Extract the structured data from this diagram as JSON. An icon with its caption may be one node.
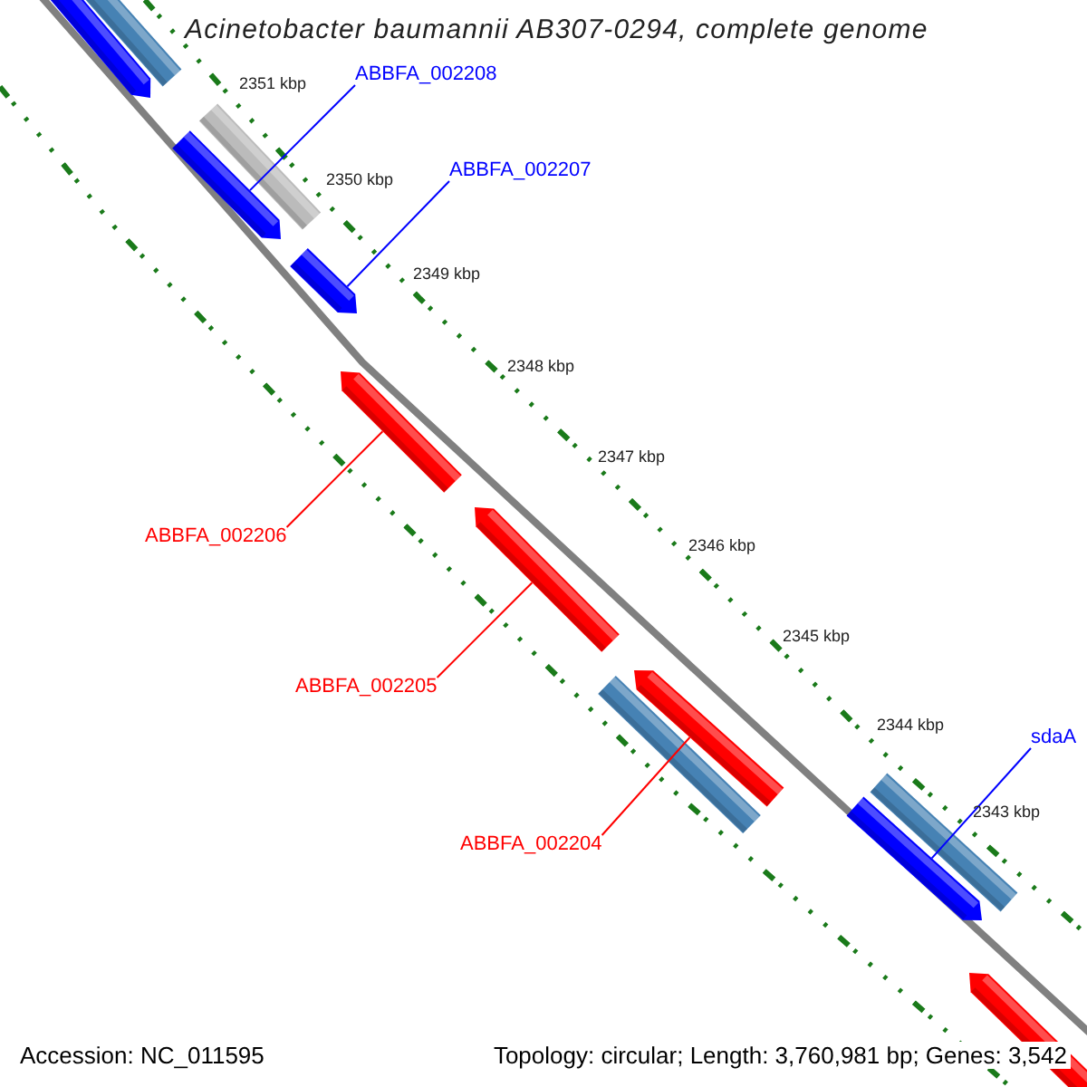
{
  "diagram": {
    "title": "Acinetobacter baumannii AB307-0294, complete genome",
    "nodes": [
      {
        "text": [],
        "shape": "arrow"
      },
      {
        "text": [],
        "shape": "bar"
      },
      {
        "text": [
          "ABBFA_002208"
        ]
      },
      {
        "text": [],
        "shape": "bar"
      },
      {
        "text": [],
        "shape": "arrow"
      },
      {
        "text": [
          "ABBFA_002207"
        ]
      },
      {
        "text": [],
        "shape": "arrow"
      },
      {
        "text": [],
        "shape": "arrow"
      },
      {
        "text": [
          "ABBFA_002206"
        ]
      },
      {
        "text": [],
        "shape": "arrow"
      },
      {
        "text": [
          "ABBFA_002205"
        ]
      },
      {
        "text": [],
        "shape": "bar"
      },
      {
        "text": [],
        "shape": "arrow"
      },
      {
        "text": [
          "ABBFA_002204"
        ]
      },
      {
        "text": [
          "sdaA"
        ]
      },
      {
        "text": [],
        "shape": "bar"
      },
      {
        "text": [],
        "shape": "arrow"
      },
      {
        "text": [],
        "shape": "arrow"
      }
    ],
    "edges": [
      {
        "from": 2,
        "to": 4,
        "arrow": "none"
      },
      {
        "from": 5,
        "to": 6,
        "arrow": "none"
      },
      {
        "from": 8,
        "to": 7,
        "arrow": "none",
        "color": "#ff0000"
      },
      {
        "from": 10,
        "to": 9,
        "arrow": "none",
        "color": "#ff0000"
      },
      {
        "from": 13,
        "to": 12,
        "arrow": "none",
        "color": "#ff0000"
      },
      {
        "from": 14,
        "to": 16,
        "arrow": "none"
      }
    ],
    "labels": [
      "2351 kbp",
      "2350 kbp",
      "2349 kbp",
      "2348 kbp",
      "2347 kbp",
      "2346 kbp",
      "2345 kbp",
      "2344 kbp",
      "2343 kbp",
      "Accession: NC_011595",
      "Topology: circular; Length: 3,760,981 bp; Genes: 3,542"
    ]
  }
}
